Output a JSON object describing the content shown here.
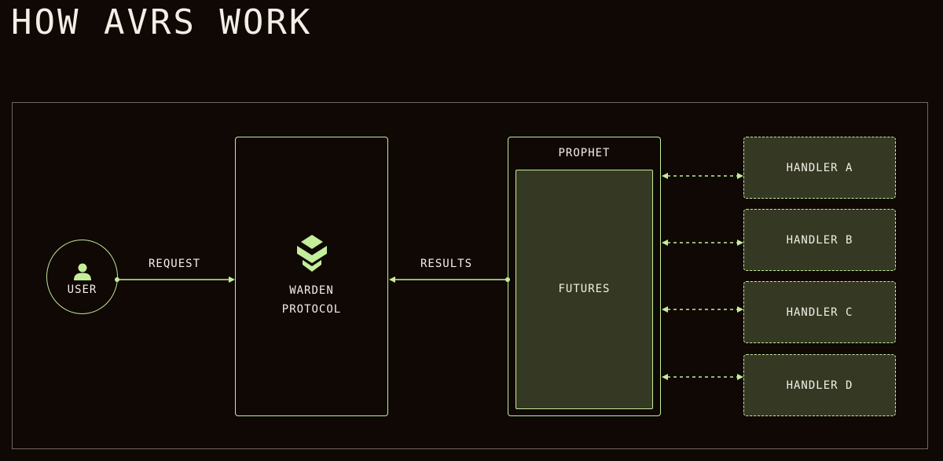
{
  "title": "HOW AVRS WORK",
  "user": {
    "label": "USER",
    "icon": "user-icon"
  },
  "request": {
    "label": "REQUEST"
  },
  "results": {
    "label": "RESULTS"
  },
  "warden": {
    "line1": "WARDEN",
    "line2": "PROTOCOL",
    "icon": "warden-logo-icon"
  },
  "prophet": {
    "label": "PROPHET"
  },
  "futures": {
    "label": "FUTURES"
  },
  "handlers": [
    {
      "label": "HANDLER A"
    },
    {
      "label": "HANDLER B"
    },
    {
      "label": "HANDLER C"
    },
    {
      "label": "HANDLER D"
    }
  ],
  "colors": {
    "background": "#100804",
    "accent": "#c3ee9a",
    "panel_fill": "#353823",
    "text": "#f3efe6"
  }
}
